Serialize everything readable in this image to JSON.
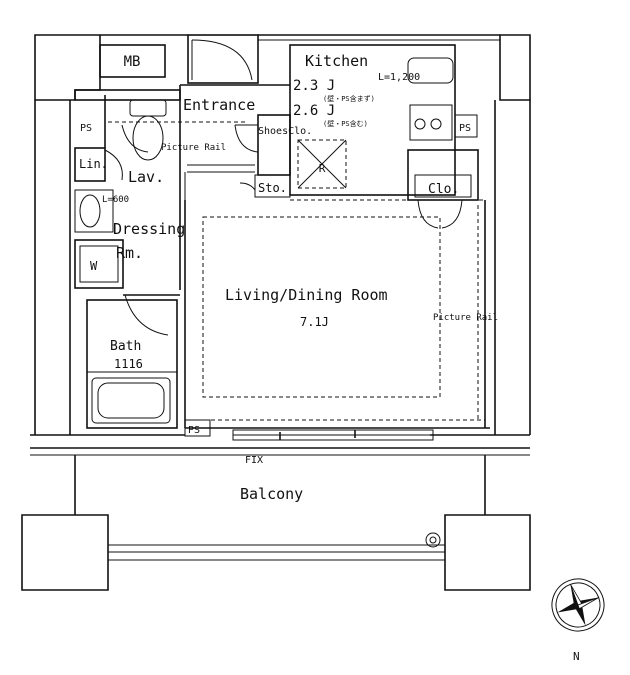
{
  "labels": {
    "mb": "MB",
    "kitchen": "Kitchen",
    "kitchen_area_1": "2.3 J",
    "kitchen_area_2": "2.6 J",
    "kitchen_note_1": "(壁・PS含まず)",
    "kitchen_note_2": "(壁・PS含む)",
    "kitchen_counter": "L=1,200",
    "entrance": "Entrance",
    "shoes_closet": "ShoesClo.",
    "picture_rail_top": "Picture Rail",
    "ps_left": "PS",
    "ps_right": "PS",
    "ps_bottom": "PS",
    "lin": "Lin.",
    "lav": "Lav.",
    "lav_width": "L=600",
    "dressing": "Dressing",
    "rm": "Rm.",
    "washer": "W",
    "storage": "Sto.",
    "refrigerator": "R",
    "closet": "Clo.",
    "living_dining": "Living/Dining Room",
    "living_area": "7.1J",
    "picture_rail_right": "Picture Rail",
    "bath": "Bath",
    "bath_size": "1116",
    "fix": "FIX",
    "balcony": "Balcony",
    "compass_north": "N"
  }
}
